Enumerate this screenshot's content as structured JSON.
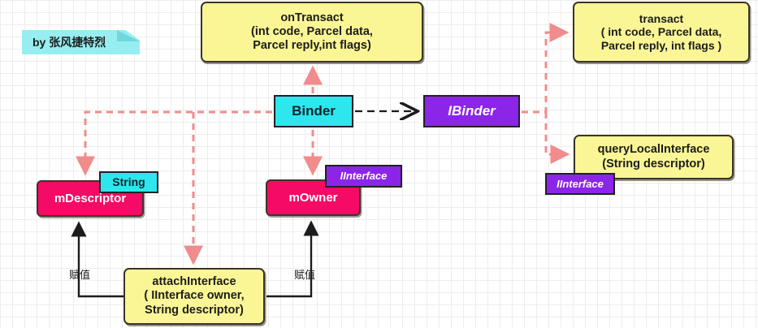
{
  "diagram": {
    "title": "Binder / IBinder class relationship diagram",
    "credit": "by 张风捷特烈",
    "colors": {
      "yellow_box": "#fbf695",
      "pink_box": "#f50a66",
      "cyan_box": "#2ee6ed",
      "purple_box": "#8b25e8",
      "pink_dashed_arrow": "#f08c8c",
      "black_arrow": "#1c1c1c",
      "grid_line": "#e6e6e6",
      "background": "#ffffff"
    }
  },
  "nodes": {
    "onTransact": {
      "line1": "onTransact",
      "line2": "(int code,  Parcel data,",
      "line3": "Parcel reply,int flags)",
      "style": "yellow"
    },
    "transact": {
      "line1": "transact",
      "line2": "( int code,  Parcel data,",
      "line3": "Parcel reply, int flags )",
      "style": "yellow"
    },
    "binder": {
      "label": "Binder",
      "style": "cyan"
    },
    "ibinder": {
      "label": "IBinder",
      "style": "purple"
    },
    "queryLocalInterface": {
      "line1": "queryLocalInterface",
      "line2": "(String descriptor)",
      "style": "yellow"
    },
    "mDescriptor": {
      "label": "mDescriptor",
      "style": "pink"
    },
    "mOwner": {
      "label": "mOwner",
      "style": "pink"
    },
    "attachInterface": {
      "line1": "attachInterface",
      "line2": "( IInterface owner,",
      "line3": "String descriptor)",
      "style": "yellow"
    }
  },
  "badges": {
    "string_type": "String",
    "iinterface_owner_type": "IInterface",
    "iinterface_query_type": "IInterface"
  },
  "edge_labels": {
    "assign_left": "赋值",
    "assign_right": "赋值"
  }
}
